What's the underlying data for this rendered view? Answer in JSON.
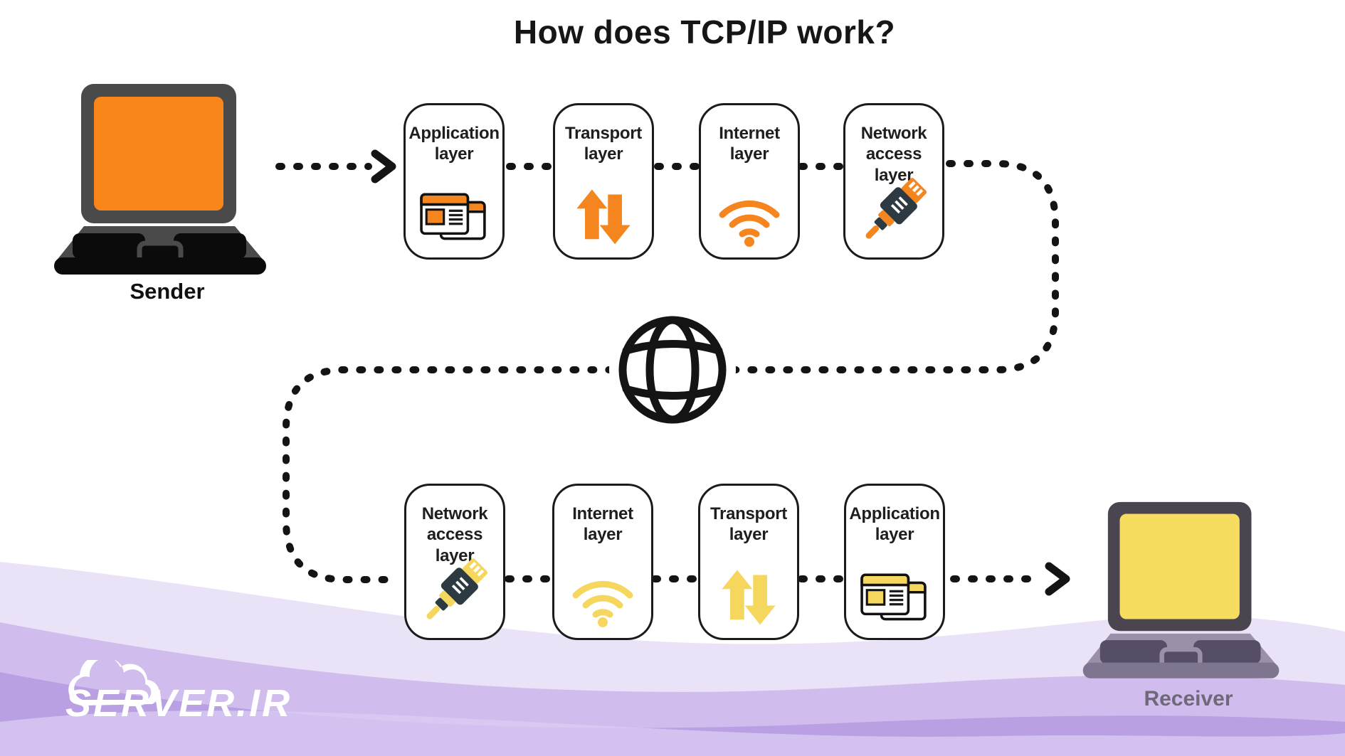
{
  "title": "How does TCP/IP work?",
  "sender": {
    "label": "Sender",
    "device_icon": "laptop-icon"
  },
  "receiver": {
    "label": "Receiver",
    "device_icon": "laptop-icon"
  },
  "sender_stack": {
    "accent": "#F5861F",
    "boxes": [
      {
        "label": "Application layer",
        "icon": "browser-windows-icon"
      },
      {
        "label": "Transport layer",
        "icon": "up-down-arrows-icon"
      },
      {
        "label": "Internet layer",
        "icon": "wifi-signal-icon"
      },
      {
        "label": "Network access layer",
        "icon": "ethernet-plug-icon"
      }
    ]
  },
  "receiver_stack": {
    "accent": "#F6D75E",
    "boxes": [
      {
        "label": "Network access layer",
        "icon": "ethernet-plug-icon"
      },
      {
        "label": "Internet layer",
        "icon": "wifi-signal-icon"
      },
      {
        "label": "Transport layer",
        "icon": "up-down-arrows-icon"
      },
      {
        "label": "Application layer",
        "icon": "browser-windows-icon"
      }
    ]
  },
  "network": {
    "icon": "globe-icon"
  },
  "connectors": {
    "style": "black-dashed-rounded",
    "arrowheads": [
      "sender-to-stack",
      "stack-to-receiver"
    ]
  },
  "footer": {
    "logo_text": "SERVER.IR",
    "logo_icon": "cloud-icon"
  },
  "colors": {
    "sender_accent": "#F5861F",
    "receiver_accent": "#F6D75E",
    "connector_black": "#141414",
    "sender_screen": "#F8861B",
    "receiver_screen": "#F6DC5F",
    "wave_light": "#EAE2F7",
    "wave_mid": "#D0BDEE",
    "wave_deep": "#B9A0E2",
    "receiver_label_text": "#6E6878"
  }
}
